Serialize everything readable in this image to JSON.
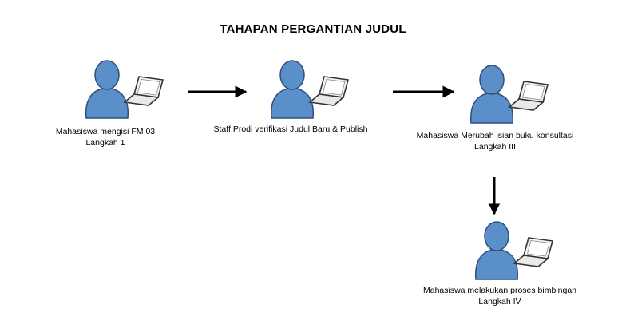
{
  "title": "TAHAPAN PERGANTIAN JUDUL",
  "steps": [
    {
      "label": "Mahasiswa mengisi FM 03",
      "sublabel": "Langkah 1",
      "icon": "user-with-laptop-icon"
    },
    {
      "label": "Staff Prodi verifikasi Judul Baru & Publish",
      "sublabel": "",
      "icon": "user-with-laptop-icon"
    },
    {
      "label": "Mahasiswa Merubah isian buku konsultasi",
      "sublabel": "Langkah III",
      "icon": "user-with-laptop-icon"
    },
    {
      "label": "Mahasiswa melakukan proses bimbingan",
      "sublabel": "Langkah IV",
      "icon": "user-with-laptop-icon"
    }
  ],
  "colors": {
    "person_fill": "#5b8fc9",
    "person_stroke": "#2e4f7a",
    "laptop_stroke": "#333333",
    "arrow": "#000000"
  }
}
